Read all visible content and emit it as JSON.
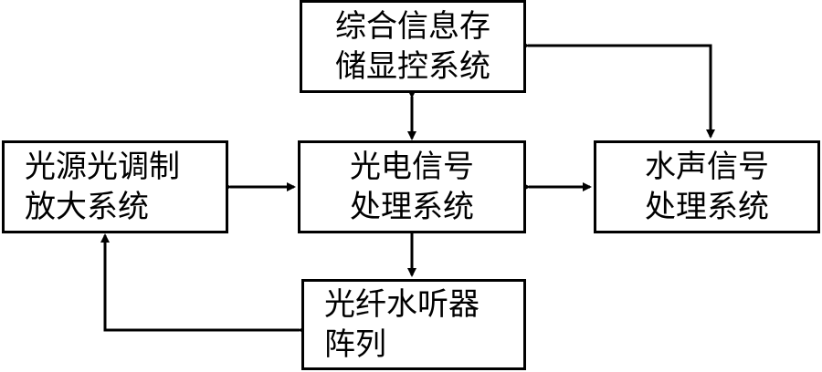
{
  "blocks": {
    "storage": {
      "line1": "综合信息存",
      "line2": "储显控系统"
    },
    "light_source": {
      "line1": "光源光调制",
      "line2": "放大系统"
    },
    "photoelectric": {
      "line1": "光电信号",
      "line2": "处理系统"
    },
    "acoustic": {
      "line1": "水声信号",
      "line2": "处理系统"
    },
    "hydrophone": {
      "line1": "光纤水听器",
      "line2": "阵列"
    }
  }
}
